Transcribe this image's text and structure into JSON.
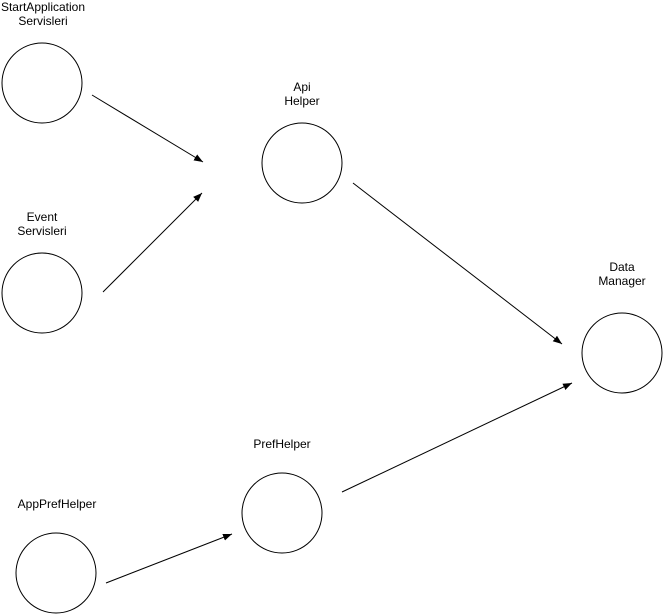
{
  "colors": {
    "stroke": "#000000",
    "background": "#ffffff"
  },
  "nodes": [
    {
      "id": "start-application-servisleri",
      "label_lines": [
        "StartApplication",
        "Servisleri"
      ]
    },
    {
      "id": "event-servisleri",
      "label_lines": [
        "Event",
        "Servisleri"
      ]
    },
    {
      "id": "api-helper",
      "label_lines": [
        "Api",
        "Helper"
      ]
    },
    {
      "id": "data-manager",
      "label_lines": [
        "Data",
        "Manager"
      ]
    },
    {
      "id": "app-pref-helper",
      "label_lines": [
        "AppPrefHelper"
      ]
    },
    {
      "id": "pref-helper",
      "label_lines": [
        "PrefHelper"
      ]
    }
  ],
  "edges": [
    {
      "from": "start-application-servisleri",
      "to": "api-helper"
    },
    {
      "from": "event-servisleri",
      "to": "api-helper"
    },
    {
      "from": "api-helper",
      "to": "data-manager"
    },
    {
      "from": "pref-helper",
      "to": "data-manager"
    },
    {
      "from": "app-pref-helper",
      "to": "pref-helper"
    }
  ]
}
